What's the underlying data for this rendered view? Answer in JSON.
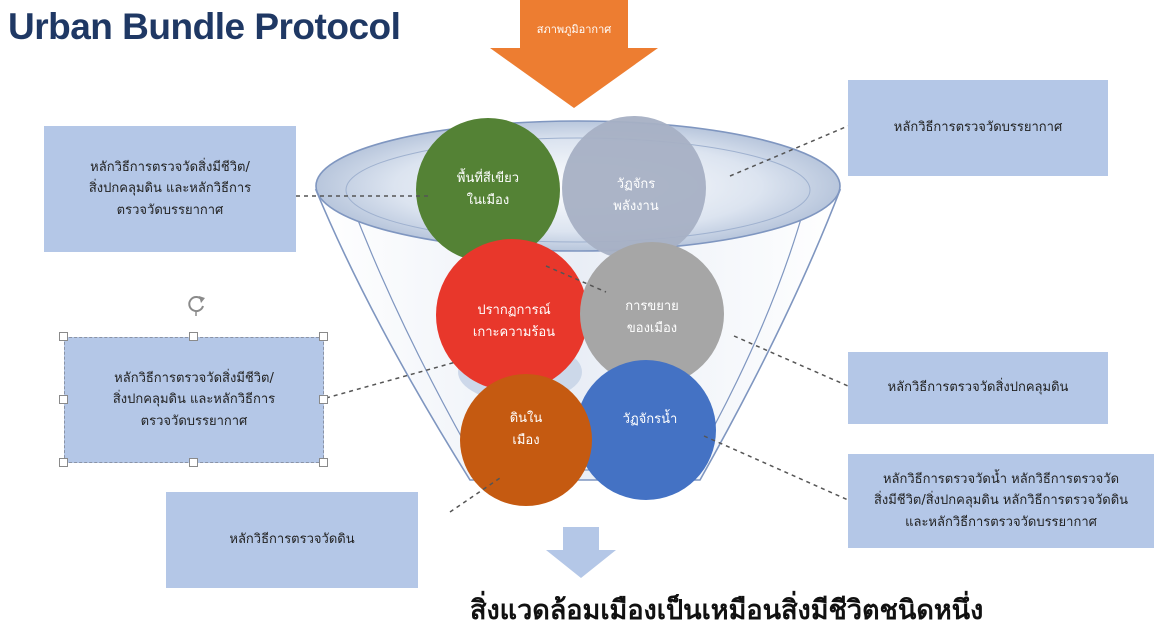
{
  "title": "Urban Bundle Protocol",
  "top_arrow_label": "สภาพภูมิอากาศ",
  "footer": "สิ่งแวดล้อมเมืองเป็นเหมือนสิ่งมีชีวิตชนิดหนึ่ง",
  "circles": {
    "green_space": {
      "lines": [
        "พื้นที่สีเขียว",
        "ในเมือง"
      ],
      "color": "#548235"
    },
    "energy_cycle": {
      "lines": [
        "วัฏจักร",
        "พลังงาน"
      ],
      "color": "#a6b0c4"
    },
    "heat_island": {
      "lines": [
        "ปรากฏการณ์",
        "เกาะความร้อน"
      ],
      "color": "#e8372b"
    },
    "urban_sprawl": {
      "lines": [
        "การขยาย",
        "ของเมือง"
      ],
      "color": "#a6a6a6"
    },
    "urban_soil": {
      "lines": [
        "ดินใน",
        "เมือง"
      ],
      "color": "#c55a11"
    },
    "water_cycle": {
      "lines": [
        "วัฏจักรน้ำ"
      ],
      "color": "#4472c4"
    }
  },
  "boxes": {
    "left_top": {
      "lines": [
        "หลักวิธีการตรวจวัดสิ่งมีชีวิต/",
        "สิ่งปกคลุมดิน และหลักวิธีการ",
        "ตรวจวัดบรรยากาศ"
      ]
    },
    "left_mid": {
      "lines": [
        "หลักวิธีการตรวจวัดสิ่งมีชีวิต/",
        "สิ่งปกคลุมดิน และหลักวิธีการ",
        "ตรวจวัดบรรยากาศ"
      ]
    },
    "bottom_left": {
      "lines": [
        "หลักวิธีการตรวจวัดดิน"
      ]
    },
    "right_top": {
      "lines": [
        "หลักวิธีการตรวจวัดบรรยากาศ"
      ]
    },
    "right_mid": {
      "lines": [
        "หลักวิธีการตรวจวัดสิ่งปกคลุมดิน"
      ]
    },
    "right_bottom": {
      "lines": [
        "หลักวิธีการตรวจวัดน้ำ หลักวิธีการตรวจวัด",
        "สิ่งมีชีวิต/สิ่งปกคลุมดิน หลักวิธีการตรวจวัดดิน",
        "และหลักวิธีการตรวจวัดบรรยากาศ"
      ]
    }
  },
  "colors": {
    "title": "#1f3864",
    "box_fill": "#b4c7e7",
    "arrow_orange": "#ed7d31",
    "arrow_down": "#b4c7e7",
    "funnel": "#c9d5e8",
    "funnel_stroke": "#7f96c0"
  }
}
